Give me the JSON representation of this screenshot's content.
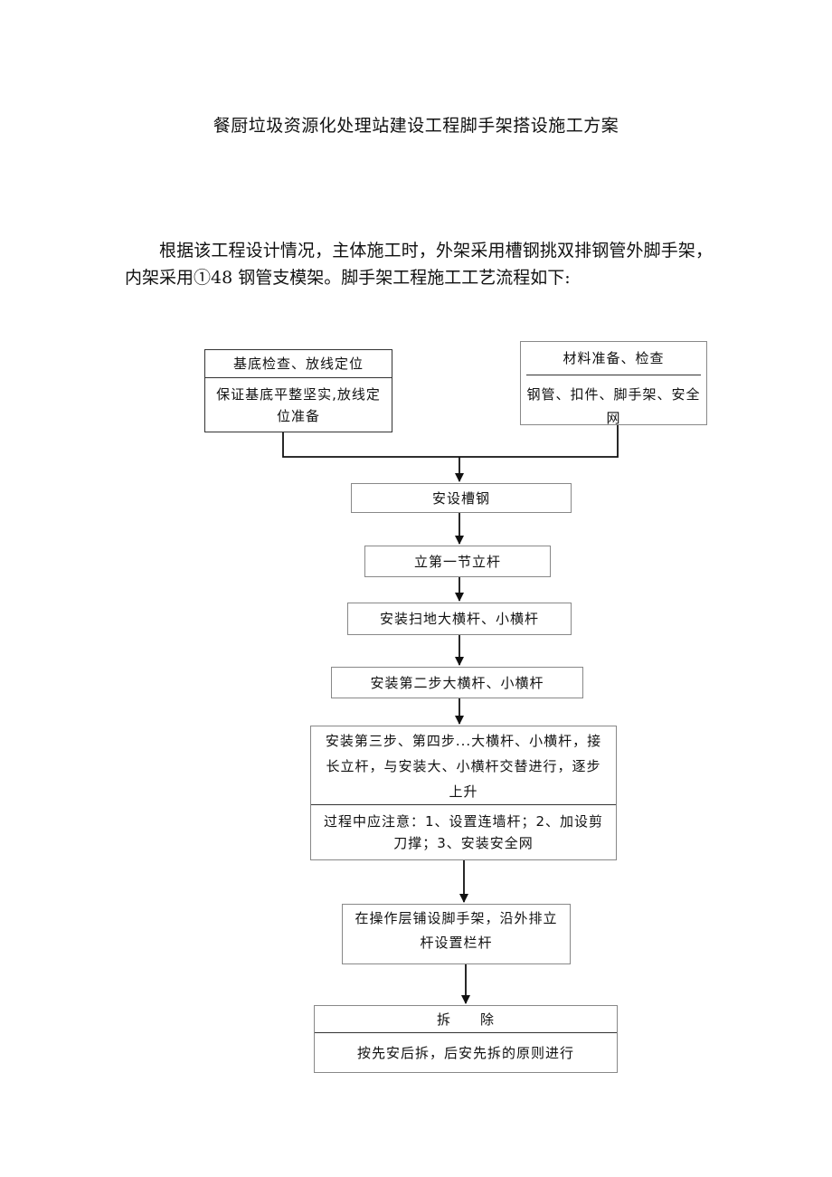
{
  "title": "餐厨垃圾资源化处理站建设工程脚手架搭设施工方案",
  "intro": "根据该工程设计情况，主体施工时，外架采用槽钢挑双排钢管外脚手架，内架采用①48 钢管支模架。脚手架工程施工工艺流程如下:",
  "flowchart": {
    "left_top": {
      "header": "基底检查、放线定位",
      "body": "保证基底平整坚实,放线定位准备"
    },
    "right_top": {
      "header": "材料准备、检查",
      "body": "钢管、扣件、脚手架、安全网"
    },
    "step_channel": "安设槽钢",
    "step_pole": "立第一节立杆",
    "step_sweep": "安装扫地大横杆、小横杆",
    "step_second": "安装第二步大横杆、小横杆",
    "step_third": {
      "main": "安装第三步、第四步...大横杆、小横杆，接长立杆，与安装大、小横杆交替进行，逐步上升",
      "note": "过程中应注意：1、设置连墙杆；2、加设剪刀撑；3、安装安全网"
    },
    "step_deck": "在操作层铺设脚手架，沿外排立杆设置栏杆",
    "step_remove": {
      "header": "拆　　除",
      "body": "按先安后拆，后安先拆的原则进行"
    }
  }
}
